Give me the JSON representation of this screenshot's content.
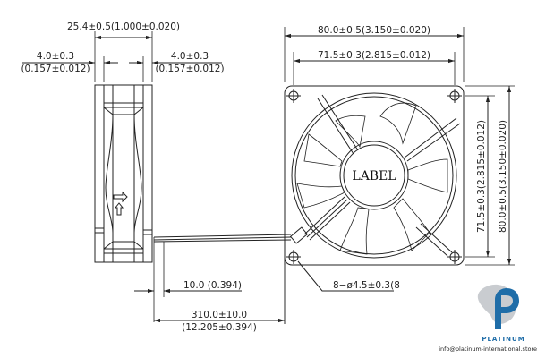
{
  "drawing": {
    "side_view": {
      "width_dim": "25.4±0.5(1.000±0.020)",
      "left_flange_mm": "4.0±0.3",
      "left_flange_in": "(0.157±0.012)",
      "right_flange_mm": "4.0±0.3",
      "right_flange_in": "(0.157±0.012)"
    },
    "front_view": {
      "overall_width": "80.0±0.5(3.150±0.020)",
      "hole_spacing_width": "71.5±0.3(2.815±0.012)",
      "hole_spacing_height": "71.5±0.3(2.815±0.012)",
      "overall_height": "80.0±0.5(3.150±0.020)",
      "hub_label": "LABEL",
      "mounting_holes": "8−ø4.5±0.3(8"
    },
    "lead_wire": {
      "strip_length": "10.0  (0.394)",
      "length_mm": "310.0±10.0",
      "length_in": "(12.205±0.394)"
    }
  },
  "watermark": {
    "brand": "PLATINUM",
    "email": "info@platinum-international.store",
    "logo_color": "#1f6da8",
    "logo_gray": "#c9ccd0"
  }
}
